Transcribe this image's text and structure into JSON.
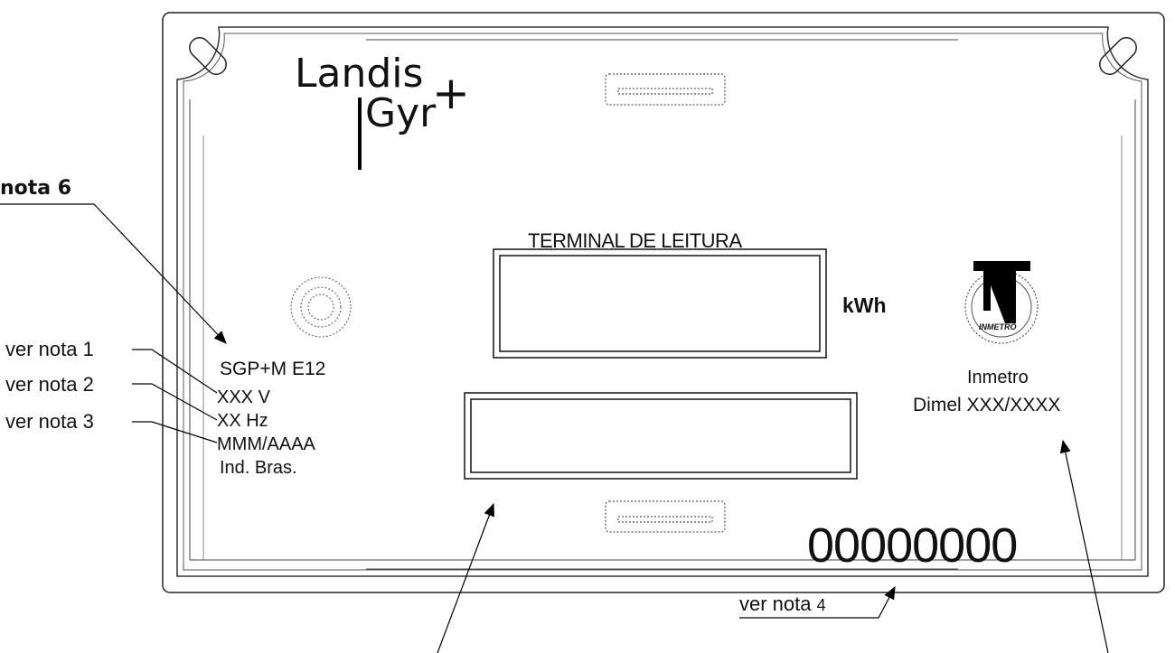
{
  "brand": {
    "line1": "Landis",
    "line2": "Gyr",
    "plus": "+"
  },
  "terminal_label": "TERMINAL DE LEITURA",
  "unit": "kWh",
  "model": "SGP+M E12",
  "specs": [
    "XXX V",
    "XX Hz",
    "MMM/AAAA",
    "Ind. Bras."
  ],
  "notes": {
    "n6": "nota 6",
    "n1": "ver nota 1",
    "n2": "ver nota 2",
    "n3": "ver nota 3",
    "n4_text": "ver nota",
    "n4_num": "4"
  },
  "serial": "00000000",
  "inmetro": {
    "seal_text": "INMETRO",
    "line1": "Inmetro",
    "line2": "Dimel XXX/XXXX"
  }
}
